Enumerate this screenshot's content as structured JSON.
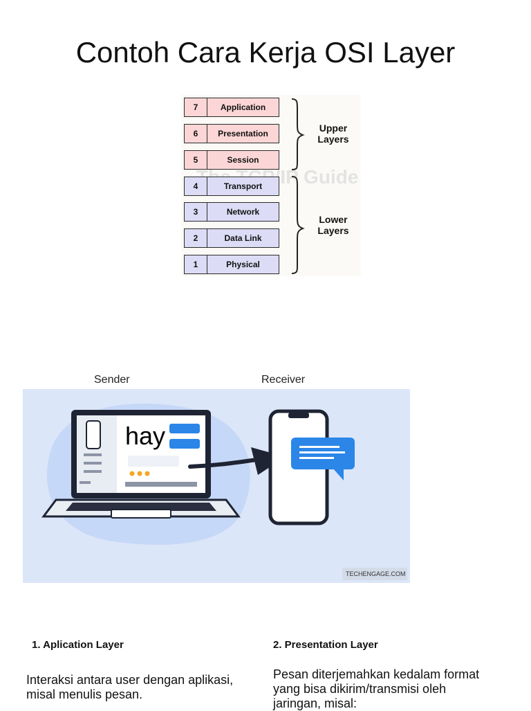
{
  "title": "Contoh Cara Kerja OSI Layer",
  "osi": {
    "layers": [
      {
        "num": "7",
        "name": "Application"
      },
      {
        "num": "6",
        "name": "Presentation"
      },
      {
        "num": "5",
        "name": "Session"
      },
      {
        "num": "4",
        "name": "Transport"
      },
      {
        "num": "3",
        "name": "Network"
      },
      {
        "num": "2",
        "name": "Data Link"
      },
      {
        "num": "1",
        "name": "Physical"
      }
    ],
    "upper_label": "Upper Layers",
    "lower_label": "Lower Layers",
    "watermark": "The TCP/IP Guide",
    "colors": {
      "upper": "#fcd6d6",
      "lower": "#dcdcf6"
    }
  },
  "illustration": {
    "sender_label": "Sender",
    "receiver_label": "Receiver",
    "message": "hay",
    "source": "TECHENGAGE.COM",
    "colors": {
      "background": "#dce6f9",
      "accent": "#2b86e8"
    }
  },
  "sections": [
    {
      "title": "1. Aplication Layer",
      "text": "Interaksi antara user dengan aplikasi, misal menulis pesan."
    },
    {
      "title": "2. Presentation Layer",
      "text": "Pesan diterjemahkan kedalam format yang bisa dikirim/transmisi oleh jaringan, misal:"
    }
  ]
}
